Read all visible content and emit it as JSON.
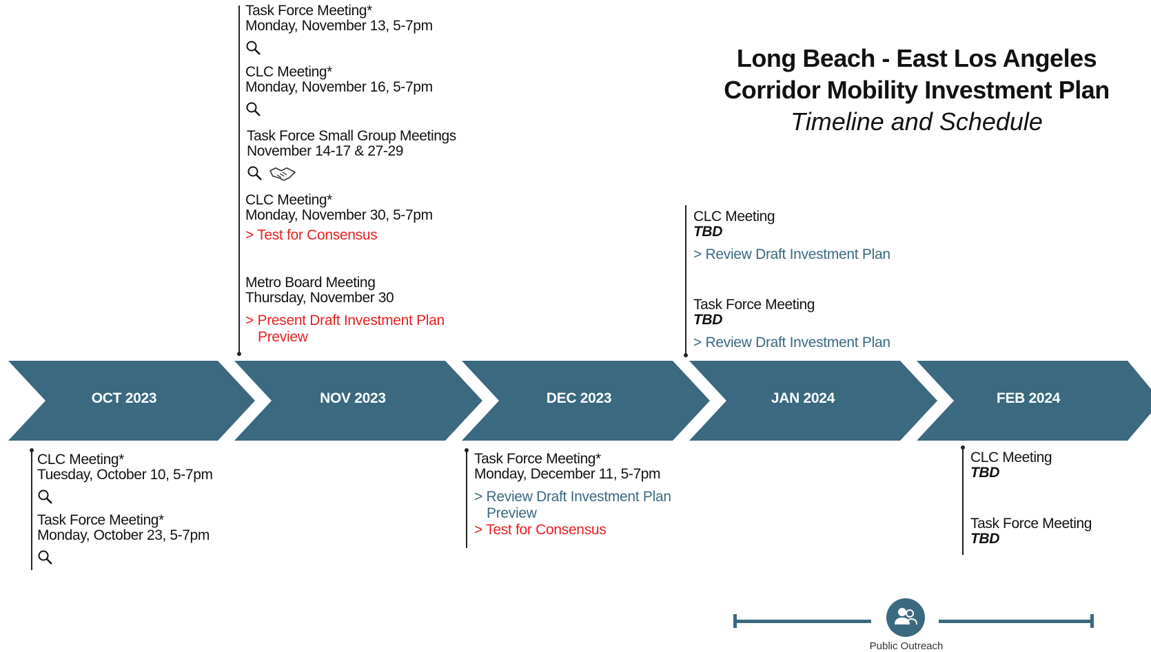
{
  "title": {
    "line1": "Long Beach - East Los Angeles",
    "line2": "Corridor Mobility Investment Plan",
    "subtitle": "Timeline and Schedule"
  },
  "months": [
    "OCT 2023",
    "NOV 2023",
    "DEC 2023",
    "JAN 2024",
    "FEB 2024"
  ],
  "colors": {
    "chevron": "#3a6980",
    "red_note": "#e8201f",
    "teal_note": "#3a6980"
  },
  "icons": {
    "search": "search-icon",
    "handshake": "handshake-icon",
    "people": "people-icon"
  },
  "nov_events": [
    {
      "title": "Task Force Meeting*",
      "date": "Monday, November 13, 5-7pm"
    },
    {
      "title": "CLC Meeting*",
      "date": "Monday, November 16, 5-7pm"
    },
    {
      "title": "Task Force Small Group Meetings",
      "date": "November 14-17 & 27-29"
    },
    {
      "title": "CLC Meeting*",
      "date": "Monday, November 30, 5-7pm",
      "note": "> Test for Consensus"
    },
    {
      "title": "Metro Board Meeting",
      "date": "Thursday, November 30",
      "note1": "> Present Draft Investment Plan",
      "note2": "Preview"
    }
  ],
  "oct_events": [
    {
      "title": "CLC Meeting*",
      "date": "Tuesday, October 10, 5-7pm"
    },
    {
      "title": "Task Force Meeting*",
      "date": "Monday, October 23, 5-7pm"
    }
  ],
  "dec_event": {
    "title": "Task Force Meeting*",
    "date": "Monday, December 11, 5-7pm",
    "note1": "> Review Draft Investment Plan",
    "note1b": "Preview",
    "note2": "> Test for Consensus"
  },
  "jan_events": [
    {
      "title": "CLC Meeting",
      "date": "TBD",
      "note": "> Review Draft Investment Plan"
    },
    {
      "title": "Task Force Meeting",
      "date": "TBD",
      "note": "> Review Draft Investment Plan"
    }
  ],
  "feb_events": [
    {
      "title": "CLC Meeting",
      "date": "TBD"
    },
    {
      "title": "Task Force Meeting",
      "date": "TBD"
    }
  ],
  "legend": {
    "label": "Public Outreach"
  }
}
